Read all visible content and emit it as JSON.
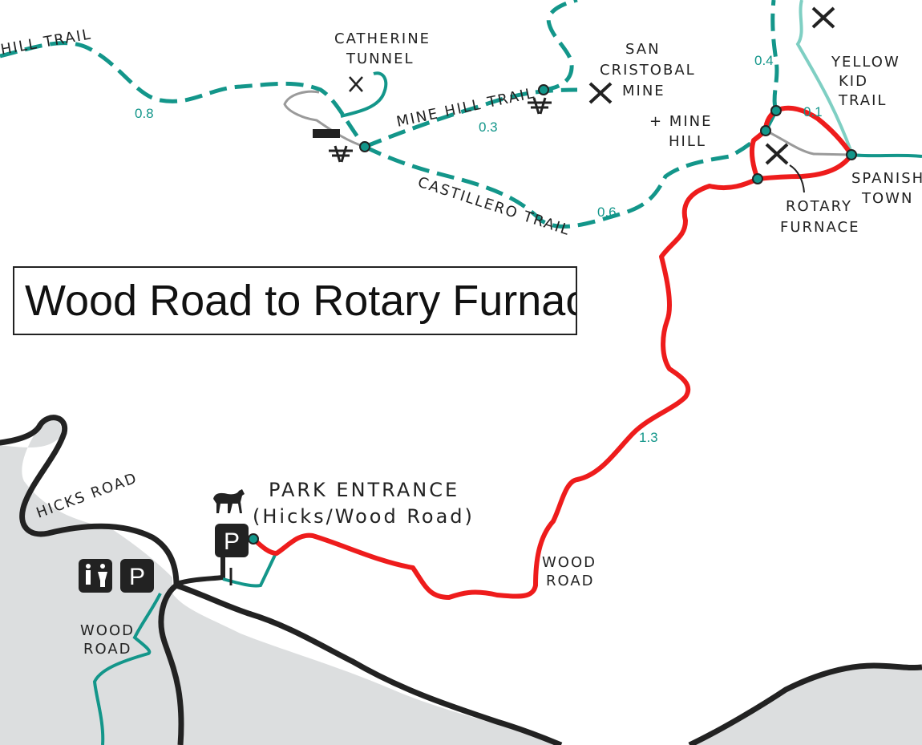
{
  "map": {
    "title": "Wood Road to Rotary Furnace",
    "colors": {
      "highlight_route": "#ee1c1c",
      "trail": "#13968a",
      "yellow_kid_trail": "#7fcfc3",
      "gray_path": "#9a9a9a",
      "road": "#222222",
      "outside_area": "#dcdedf"
    },
    "trail_names": {
      "hill_trail": "HILL TRAIL",
      "mine_hill_trail": "MINE HILL TRAIL",
      "castillero_trail": "CASTILLERO TRAIL",
      "yellow_kid_1": "YELLOW",
      "yellow_kid_2": "KID",
      "yellow_kid_3": "TRAIL",
      "hicks_road": "HICKS ROAD",
      "wood_road_1": "WOOD",
      "wood_road_2": "ROAD",
      "wood_road_left_1": "WOOD",
      "wood_road_left_2": "ROAD"
    },
    "places": {
      "catherine_1": "CATHERINE",
      "catherine_2": "TUNNEL",
      "san_cristobal_1": "SAN",
      "san_cristobal_2": "CRISTOBAL",
      "san_cristobal_3": "MINE",
      "mine_hill_1": "+ MINE",
      "mine_hill_2": "HILL",
      "spanish_town_1": "SPANISH",
      "spanish_town_2": "TOWN",
      "rotary_1": "ROTARY",
      "rotary_2": "FURNACE",
      "entrance_1": "PARK ENTRANCE",
      "entrance_2": "(Hicks/Wood Road)"
    },
    "distances": {
      "hill_trail": "0.8",
      "mine_hill_trail": "0.3",
      "castillero": "0.6",
      "north_link": "0.4",
      "loop": "0.1",
      "wood_road": "1.3"
    },
    "icons": {
      "parking": "P",
      "amenity_list": [
        "restroom-icon",
        "parking-icon",
        "horse-icon",
        "picnic-table-icon",
        "mine-icon",
        "trail-junction-icon"
      ]
    }
  }
}
